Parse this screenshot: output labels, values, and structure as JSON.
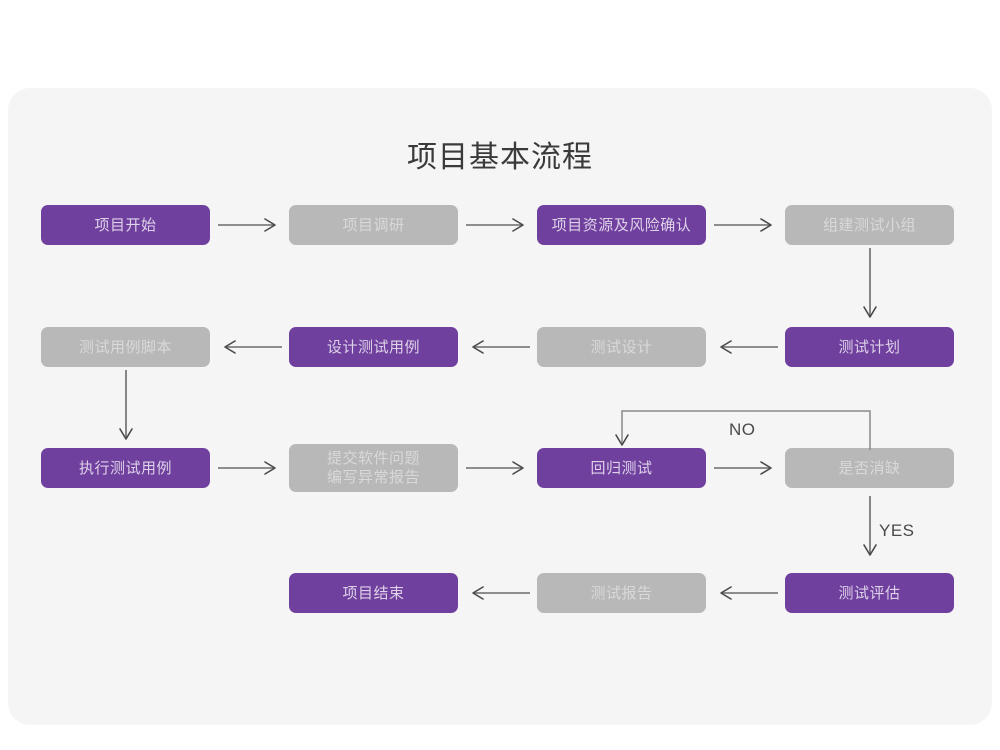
{
  "diagram": {
    "title": "项目基本流程",
    "colors": {
      "canvas": "#ffffff",
      "card": "#f5f5f5",
      "active": "#70409f",
      "active_text": "#ded2e8",
      "inactive": "#b8b8b8",
      "inactive_text": "#d9d9d9",
      "connector": "#6b6b6b",
      "title_text": "#3a3a3a"
    },
    "nodes": [
      {
        "id": "n1",
        "label": "项目开始",
        "state": "active",
        "row": 1,
        "col": 1
      },
      {
        "id": "n2",
        "label": "项目调研",
        "state": "inactive",
        "row": 1,
        "col": 2
      },
      {
        "id": "n3",
        "label": "项目资源及风险确认",
        "state": "active",
        "row": 1,
        "col": 3
      },
      {
        "id": "n4",
        "label": "组建测试小组",
        "state": "inactive",
        "row": 1,
        "col": 4
      },
      {
        "id": "n5",
        "label": "测试用例脚本",
        "state": "inactive",
        "row": 2,
        "col": 1
      },
      {
        "id": "n6",
        "label": "设计测试用例",
        "state": "active",
        "row": 2,
        "col": 2
      },
      {
        "id": "n7",
        "label": "测试设计",
        "state": "inactive",
        "row": 2,
        "col": 3
      },
      {
        "id": "n8",
        "label": "测试计划",
        "state": "active",
        "row": 2,
        "col": 4
      },
      {
        "id": "n9",
        "label": "执行测试用例",
        "state": "active",
        "row": 3,
        "col": 1
      },
      {
        "id": "n10",
        "label": "提交软件问题\n编写异常报告",
        "state": "inactive",
        "row": 3,
        "col": 2
      },
      {
        "id": "n11",
        "label": "回归测试",
        "state": "active",
        "row": 3,
        "col": 3
      },
      {
        "id": "n12",
        "label": "是否消缺",
        "state": "inactive",
        "row": 3,
        "col": 4
      },
      {
        "id": "n13",
        "label": "项目结束",
        "state": "active",
        "row": 4,
        "col": 2
      },
      {
        "id": "n14",
        "label": "测试报告",
        "state": "inactive",
        "row": 4,
        "col": 3
      },
      {
        "id": "n15",
        "label": "测试评估",
        "state": "active",
        "row": 4,
        "col": 4
      }
    ],
    "edge_labels": {
      "no": "NO",
      "yes": "YES"
    }
  }
}
